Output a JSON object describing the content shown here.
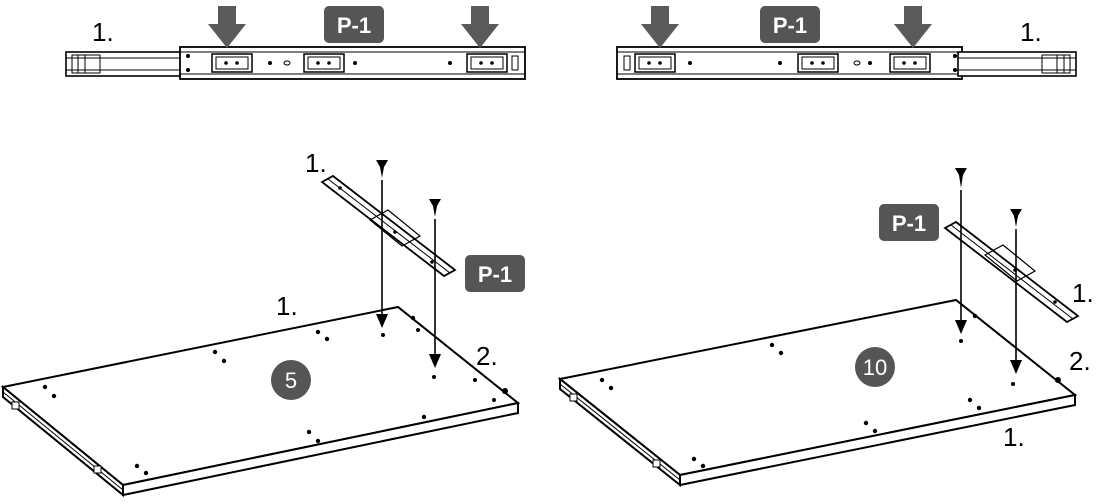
{
  "labels": {
    "step_1": "1.",
    "step_2": "2.",
    "part": "P-1",
    "panel_a": "5",
    "panel_b": "10"
  },
  "colors": {
    "badge": "#555555",
    "arrow_fill": "#5a5a5a",
    "line": "#000000"
  }
}
